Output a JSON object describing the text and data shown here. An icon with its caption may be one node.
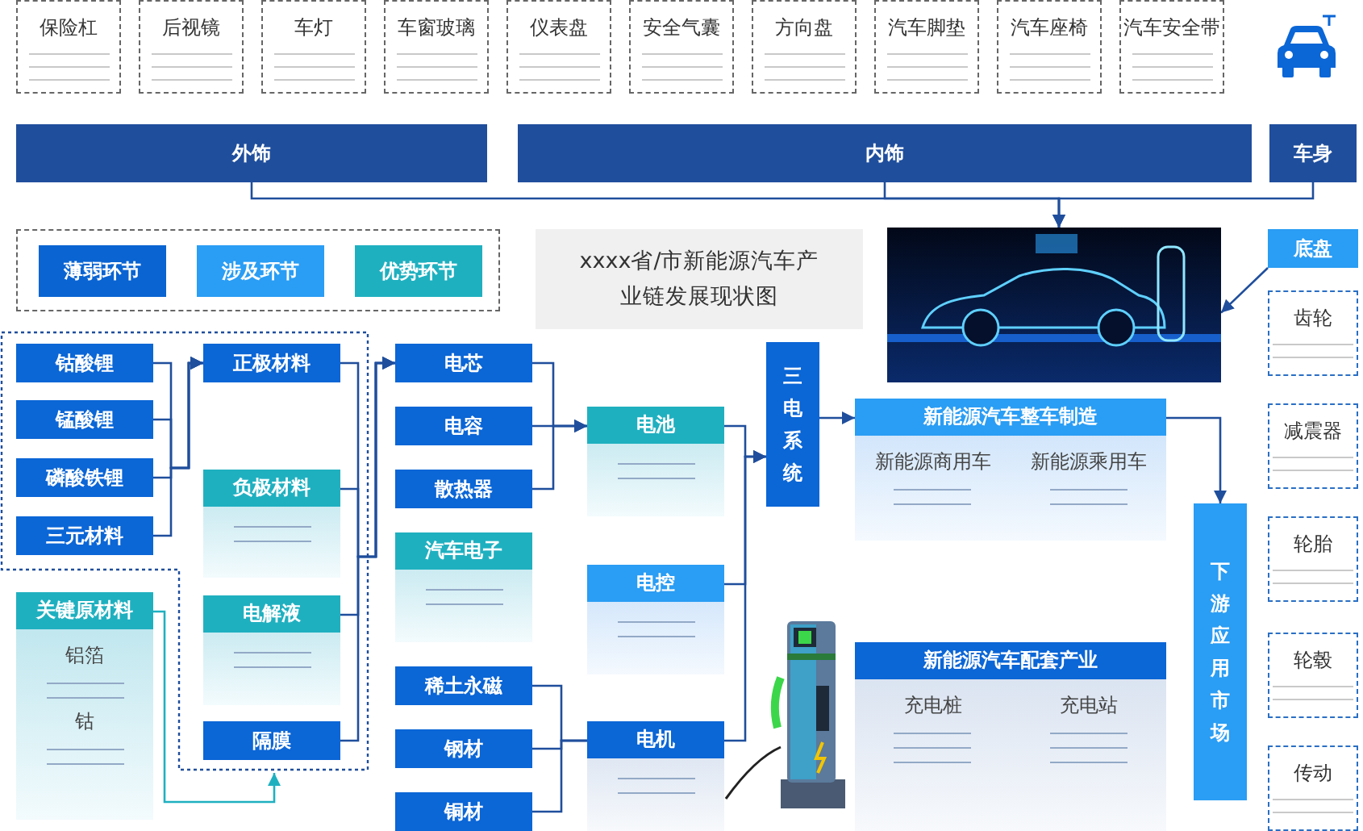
{
  "diagram": {
    "title": "xxxx省/市新能源汽车产业链发展现状图",
    "nodes": [
      {
        "text": [
          "保险杠"
        ]
      },
      {
        "text": [
          "后视镜"
        ]
      },
      {
        "text": [
          "车灯"
        ]
      },
      {
        "text": [
          "车窗玻璃"
        ]
      },
      {
        "text": [
          "仪表盘"
        ]
      },
      {
        "text": [
          "安全气囊"
        ]
      },
      {
        "text": [
          "方向盘"
        ]
      },
      {
        "text": [
          "汽车脚垫"
        ]
      },
      {
        "text": [
          "汽车座椅"
        ]
      },
      {
        "text": [
          "汽车安全带"
        ]
      },
      {
        "text": [
          "外饰"
        ]
      },
      {
        "text": [
          "内饰"
        ]
      },
      {
        "text": [
          "车身"
        ]
      },
      {
        "text": [],
        "shape": "picture"
      },
      {
        "text": [
          "底盘"
        ]
      },
      {
        "text": [
          "齿轮"
        ]
      },
      {
        "text": [
          "减震器"
        ]
      },
      {
        "text": [
          "轮胎"
        ]
      },
      {
        "text": [
          "轮毂"
        ]
      },
      {
        "text": [
          "传动"
        ]
      },
      {
        "text": [],
        "shape": "box"
      },
      {
        "text": [
          "钴酸锂"
        ],
        "in": 20
      },
      {
        "text": [
          "锰酸锂"
        ],
        "in": 20
      },
      {
        "text": [
          "磷酸铁锂"
        ],
        "in": 20
      },
      {
        "text": [
          "三元材料"
        ],
        "in": 20
      },
      {
        "text": [
          "正极材料"
        ],
        "in": 20
      },
      {
        "text": [
          "负极材料"
        ],
        "in": 20
      },
      {
        "text": [
          "电解液"
        ],
        "in": 20
      },
      {
        "text": [
          "隔膜"
        ],
        "in": 20
      },
      {
        "text": [
          "关键原材料",
          "铝箔",
          "钴"
        ]
      },
      {
        "text": [
          "电芯"
        ]
      },
      {
        "text": [
          "电容"
        ]
      },
      {
        "text": [
          "散热器"
        ]
      },
      {
        "text": [
          "汽车电子"
        ]
      },
      {
        "text": [
          "稀土永磁"
        ]
      },
      {
        "text": [
          "钢材"
        ]
      },
      {
        "text": [
          "铜材"
        ]
      },
      {
        "text": [
          "电池"
        ]
      },
      {
        "text": [
          "电控"
        ]
      },
      {
        "text": [
          "电机"
        ]
      },
      {
        "text": [
          "三电系统"
        ]
      },
      {
        "text": [
          "新能源汽车整车制造",
          "新能源商用车",
          "新能源乘用车"
        ]
      },
      {
        "text": [
          "新能源汽车配套产业",
          "充电桩",
          "充电站"
        ]
      },
      {
        "text": [
          "下游应用市场"
        ]
      }
    ],
    "edges": [
      {
        "from": 10,
        "to": 13,
        "arrow": "to"
      },
      {
        "from": 11,
        "to": 13,
        "arrow": "to"
      },
      {
        "from": 12,
        "to": 13,
        "arrow": "to"
      },
      {
        "from": 14,
        "to": 13,
        "arrow": "to"
      },
      {
        "from": 21,
        "to": 25,
        "arrow": "to"
      },
      {
        "from": 22,
        "to": 25,
        "arrow": "to"
      },
      {
        "from": 23,
        "to": 25,
        "arrow": "to"
      },
      {
        "from": 24,
        "to": 25,
        "arrow": "to"
      },
      {
        "from": 25,
        "to": 30,
        "arrow": "to"
      },
      {
        "from": 26,
        "to": 30,
        "arrow": "to"
      },
      {
        "from": 27,
        "to": 30,
        "arrow": "to"
      },
      {
        "from": 28,
        "to": 30,
        "arrow": "to"
      },
      {
        "from": 29,
        "to": 20,
        "arrow": "to",
        "color": "#1fb0c0"
      },
      {
        "from": 30,
        "to": 37,
        "arrow": "to"
      },
      {
        "from": 31,
        "to": 37,
        "arrow": "to"
      },
      {
        "from": 32,
        "to": 37,
        "arrow": "to"
      },
      {
        "from": 34,
        "to": 39,
        "arrow": "none"
      },
      {
        "from": 35,
        "to": 39,
        "arrow": "none"
      },
      {
        "from": 36,
        "to": 39,
        "arrow": "none"
      },
      {
        "from": 37,
        "to": 40,
        "arrow": "to"
      },
      {
        "from": 38,
        "to": 40,
        "arrow": "to"
      },
      {
        "from": 39,
        "to": 40,
        "arrow": "to"
      },
      {
        "from": 40,
        "to": 41,
        "arrow": "to"
      },
      {
        "from": 41,
        "to": 43,
        "arrow": "to"
      }
    ],
    "legend": [
      {
        "text": "薄弱环节",
        "color": "#0a64d2"
      },
      {
        "text": "涉及环节",
        "color": "#2a9df4"
      },
      {
        "text": "优势环节",
        "color": "#1fb0c0"
      }
    ]
  }
}
